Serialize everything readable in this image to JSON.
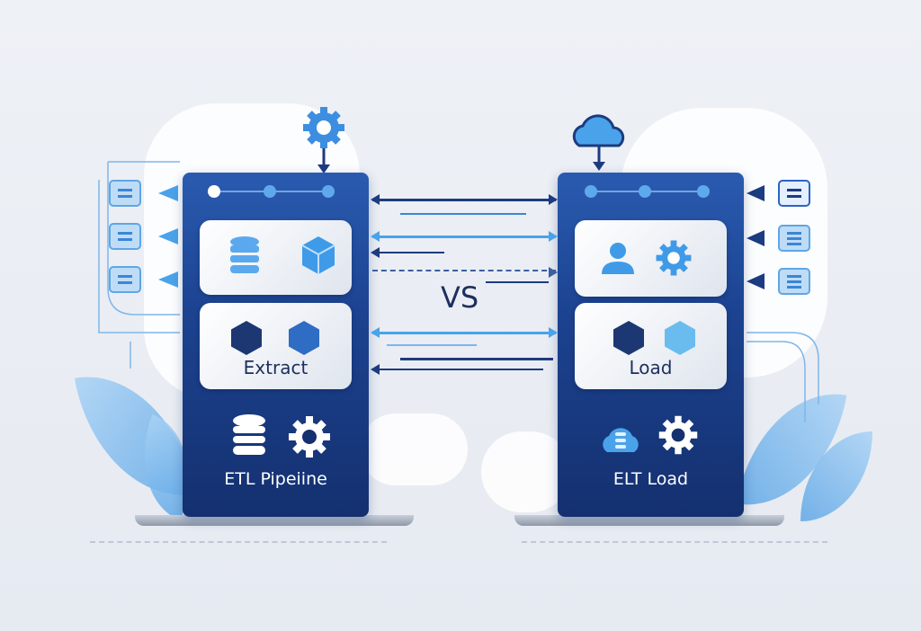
{
  "center_label": "VS",
  "left_panel": {
    "card_label": "Extract",
    "footer_label": "ETL Pipeiine",
    "top_icon": "gear-icon"
  },
  "right_panel": {
    "card_label": "Load",
    "footer_label": "ELT Load",
    "top_icon": "cloud-icon"
  },
  "colors": {
    "navy": "#1c4391",
    "accent": "#5fa8ec",
    "background": "#eef1f6"
  }
}
